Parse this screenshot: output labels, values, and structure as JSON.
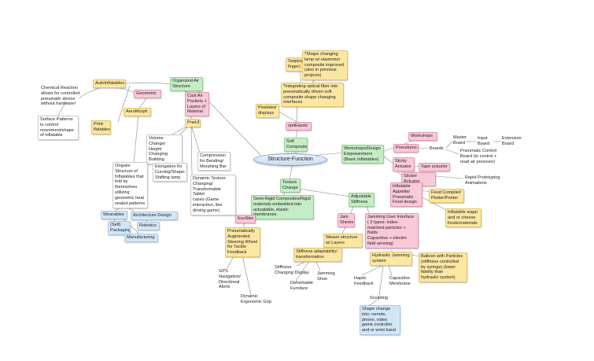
{
  "root": "Structure-Function",
  "nodes": {
    "auto_inflatables": "AutoInflatables",
    "organized_air": "Organized Air\nStructure",
    "geometric": "Geometric",
    "chemical_reaction": "Chemical Reaction\nallows for controlled\npneumatic device\nwithout hardware!",
    "aeromorph": "AeroMorph",
    "cast_air": "Cast Air\nPockets +\nLayers of\nMaterial",
    "surface_patterns": "Surface Patterns\nto control\nmovement/shape\nof inflatable",
    "print_flatables": "Print-\nflatables",
    "pneui": "PneUI",
    "volume_change": "Volume Change/\nHeight\nChanging\nBuilding",
    "compression": "Compression\nfor Bending/\nMorphing Bar",
    "elongation": "Elongation for\nCurving/Shape-\nShifting lamp",
    "dynamic_texture": "Dynamic Texture\nChanging/\nTransformable Tablet\ncases (Game\ninteraction, like\ndriving game)",
    "origami": "Origami\nStructure of\nInflatables that\nfold by\nthemselves\nutilizing\ngeometric heat\nsealed patterns",
    "wearables": "Wearables",
    "architecture": "Architecture Design",
    "self_packaging": "(Self)\nPackaging",
    "robotics": "Robotics",
    "manufacturing": "Manufacturing",
    "swiping": "Swiping (w/\nfinger)",
    "shape_lamp": "*Shape changing\nlamp w/ elastomer\ncomposite improved\n(also in previous\nprojects)",
    "optical_fiber": "*Integrating optical fiber into\npneumatically driven soft\ncomposite shape changing\ninterfaces",
    "pixelated": "Pixelated\ndisplays",
    "optielastic": "optiElastic",
    "soft_composite": "Soft\nComposite",
    "workshops": "Workshops",
    "master_board": "Master\nBoard",
    "input_board": "Input\nBoard",
    "extension_board": "Extension\nBoard",
    "workshops_design": "Workshops/Design\nEmpowerment\n(Basic Inflatables)",
    "pneuduino": "Pneuduino",
    "boards": "Boards",
    "pneumatic_control": "Pneumatic Control\nBoard (to control +\nread air pressure)",
    "sticky_actuator": "Sticky\nActuator",
    "tape_actuator": "Tape actuator",
    "sticker_actuator": "Sticker Actuator",
    "rapid_prototyping": "Rapid Prototyping\nAnimations",
    "inflatable_appetite": "Inflatable\nAppetite/\nPneumatic\nFood design",
    "food_compiler": "Food Compiler/\nPlotter/Printer",
    "inflatable_sugar": "Inflatable sugar\nand or cheese\nfoods/materials",
    "texture_change": "Texture\nChange",
    "semi_rigid": "Semi-Rigid Composites/Rigid\nmaterials embedded into\nactuatable, elastic membranes",
    "adjustable_stiffness": "Adjustable\nStiffness",
    "exoskin": "ExoSkin",
    "steering_wheel": "Pneumatically\nAugmented\nSteering Wheel\nfor Tactile\nFeedback",
    "gps": "GPS\nNavigation/\nDirectional\nAlerts",
    "ergonomic_grip": "Dynamic\nErgonomic Grip",
    "jam_sheets": "Jam\nSheets",
    "jamming_ui": "Jamming User Interface\n( 2 types: index-\nmatched particles +\nfluids\nCapacitive + electric\nfield sensing)",
    "weave_structure": "Weave structure\nw/ Layers",
    "stiffness_adaptability": "Stiffness adaptability/\ntransformation",
    "stiffness_display": "Stiffness\nChanging Display",
    "jamming_shoe": "Jamming\nShoe",
    "deformable_furniture": "Deformable\nFurniture",
    "hydraulic_jamming": "Hydraulic Jamming\nsystem",
    "balloon_particles": "Balloon with Particles\n(stiffness controlled\nby syringe) (lower\nfidelity than\nhydraulic system)",
    "haptic_feedback": "Haptic\nFeedback",
    "capacitive_membrane": "Capacitive\nMembrane",
    "sculpting": "Sculpting",
    "shape_change_remote": "Shape change\ninto: remote,\nphone, video\ngame controller\nand or wrist band"
  },
  "colors": {
    "yellow": "#fbe6a2",
    "green": "#c6ecc5",
    "pink": "#f9c9d8",
    "blue": "#d3e6f7",
    "white": "#ffffff",
    "line": "#8a8a8a"
  }
}
